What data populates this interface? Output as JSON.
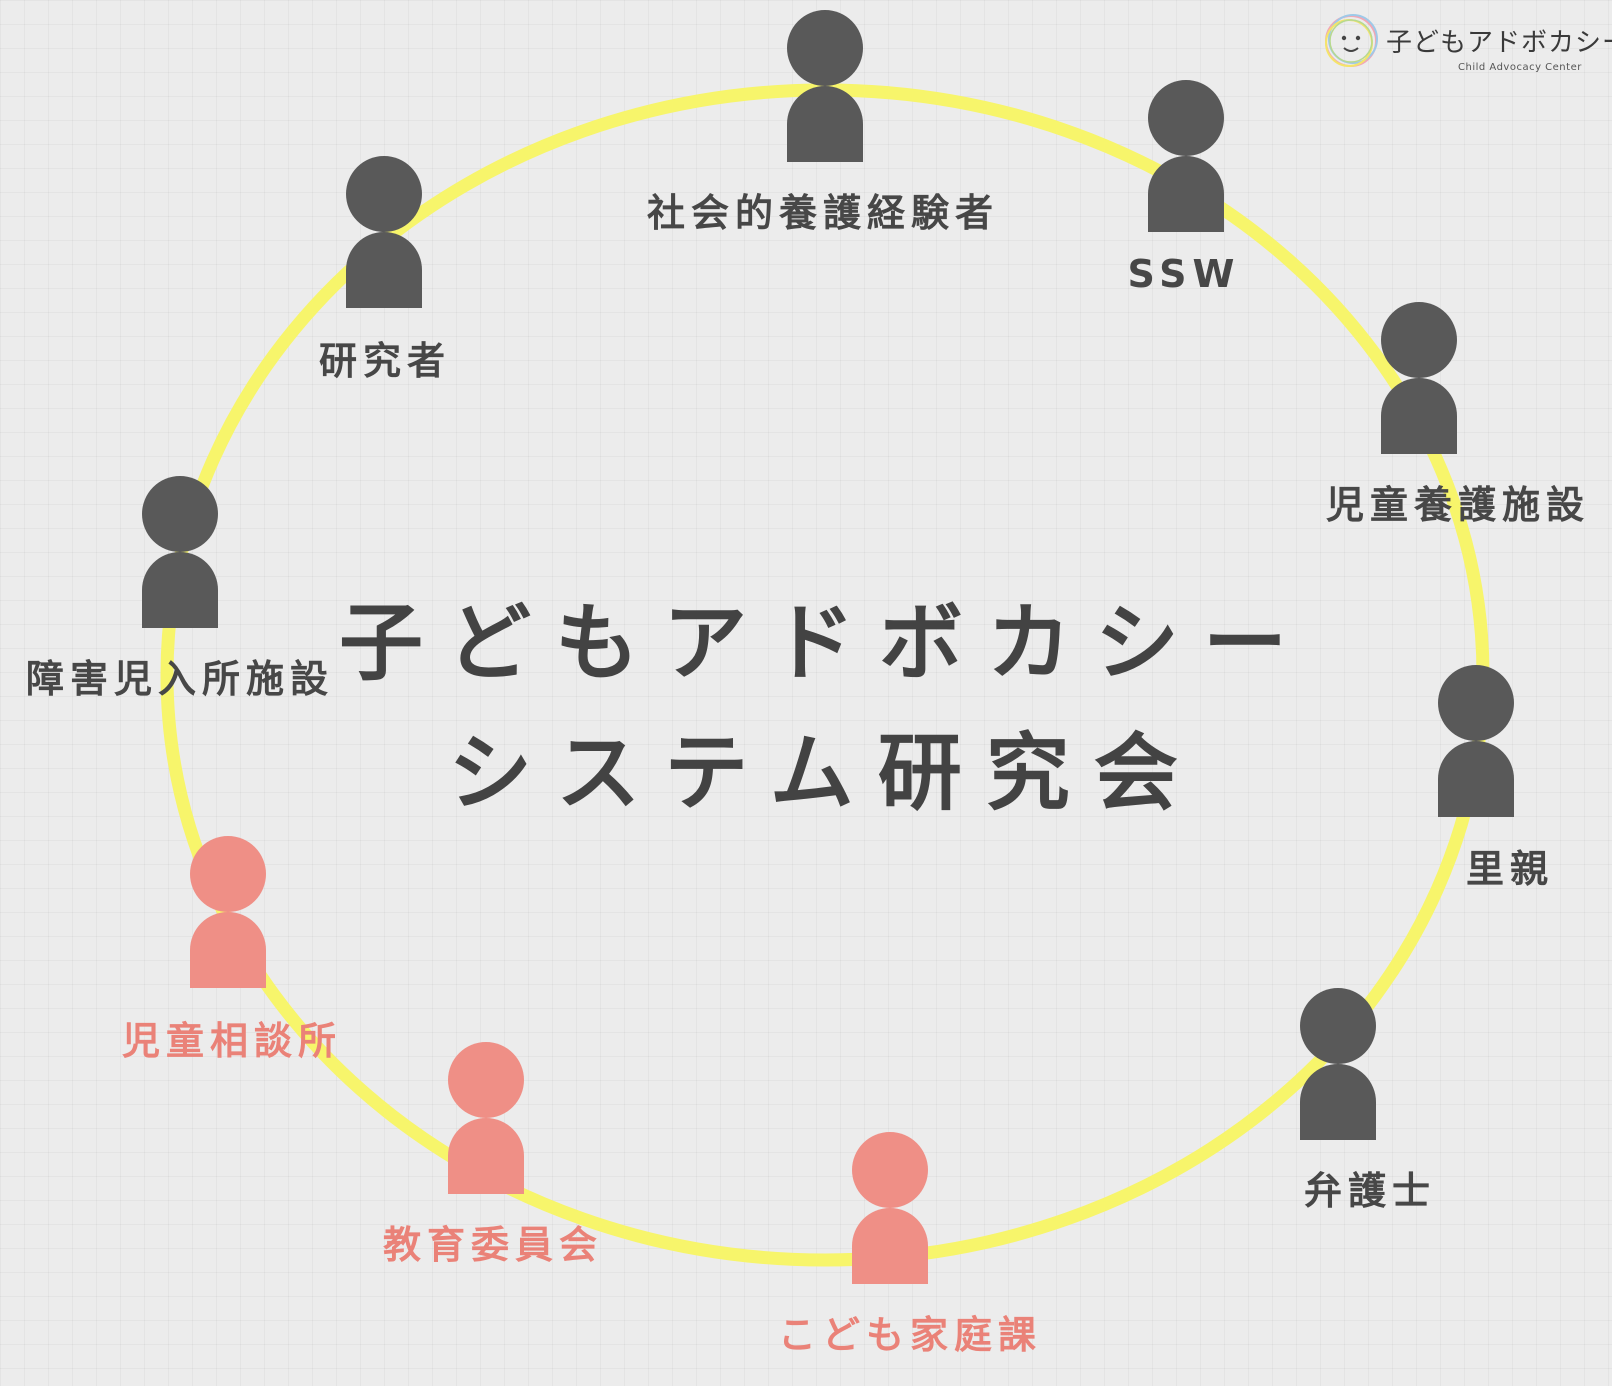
{
  "title": {
    "line1": "子どもアドボカシー",
    "line2": "システム研究会"
  },
  "logo": {
    "name": "子どもアドボカシー",
    "subtitle": "Child Advocacy Center"
  },
  "members": [
    {
      "id": "experience",
      "label": "社会的養護経験者",
      "color": "dark"
    },
    {
      "id": "ssw",
      "label": "SSW",
      "color": "dark"
    },
    {
      "id": "childcare-facility",
      "label": "児童養護施設",
      "color": "dark"
    },
    {
      "id": "foster-parent",
      "label": "里親",
      "color": "dark"
    },
    {
      "id": "lawyer",
      "label": "弁護士",
      "color": "dark"
    },
    {
      "id": "child-family-division",
      "label": "こども家庭課",
      "color": "pink"
    },
    {
      "id": "board-of-education",
      "label": "教育委員会",
      "color": "pink"
    },
    {
      "id": "child-guidance-center",
      "label": "児童相談所",
      "color": "pink"
    },
    {
      "id": "disability-facility",
      "label": "障害児入所施設",
      "color": "dark"
    },
    {
      "id": "researcher",
      "label": "研究者",
      "color": "dark"
    }
  ],
  "colors": {
    "ring": "#f7f56b",
    "dark": "#595959",
    "pink": "#ef8f86",
    "title": "#434343"
  }
}
